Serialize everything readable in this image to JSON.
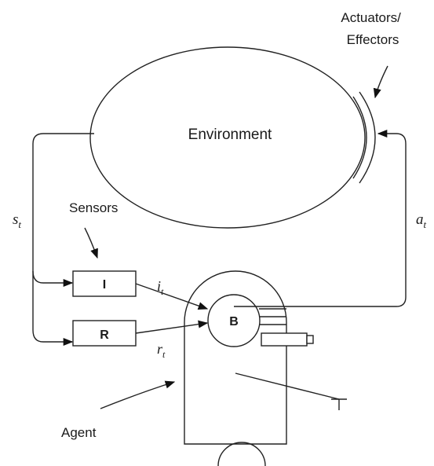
{
  "labels": {
    "environment": "Environment",
    "actuators_line1": "Actuators/",
    "actuators_line2": "Effectors",
    "sensors": "Sensors",
    "agent": "Agent",
    "box_i": "I",
    "box_r": "R",
    "box_b": "B"
  },
  "signals": {
    "s": "s",
    "s_sub": "t",
    "a": "a",
    "a_sub": "t",
    "i": "i",
    "i_sub": "t",
    "r": "r",
    "r_sub": "t"
  }
}
